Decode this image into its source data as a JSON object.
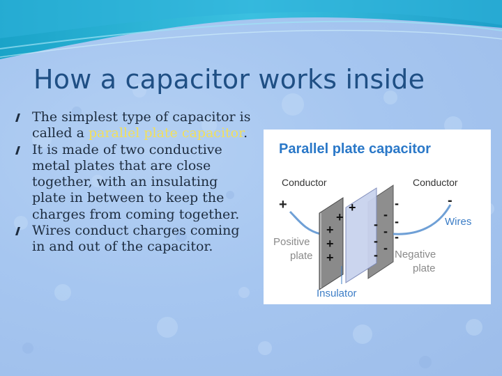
{
  "slide": {
    "title": "How a capacitor works inside",
    "bullets": [
      {
        "pre": "The simplest type of capacitor is called a ",
        "highlight": "parallel plate capacitor",
        "post": "."
      },
      {
        "pre": "It is made of two conductive metal plates that are close together, with an insulating plate in between to keep the charges from coming together.",
        "highlight": "",
        "post": ""
      },
      {
        "pre": "Wires conduct charges coming in and out of the capacitor.",
        "highlight": "",
        "post": ""
      }
    ],
    "highlight_color": "#f2e05a",
    "title_color": "#1f4f84"
  },
  "figure": {
    "heading": "Parallel plate capacitor",
    "conductor_left": "Conductor",
    "conductor_right": "Conductor",
    "wires": "Wires",
    "positive_plate": [
      "Positive",
      "plate"
    ],
    "negative_plate": [
      "Negative",
      "plate"
    ],
    "insulator": "Insulator",
    "plus": "+",
    "minus": "-"
  }
}
